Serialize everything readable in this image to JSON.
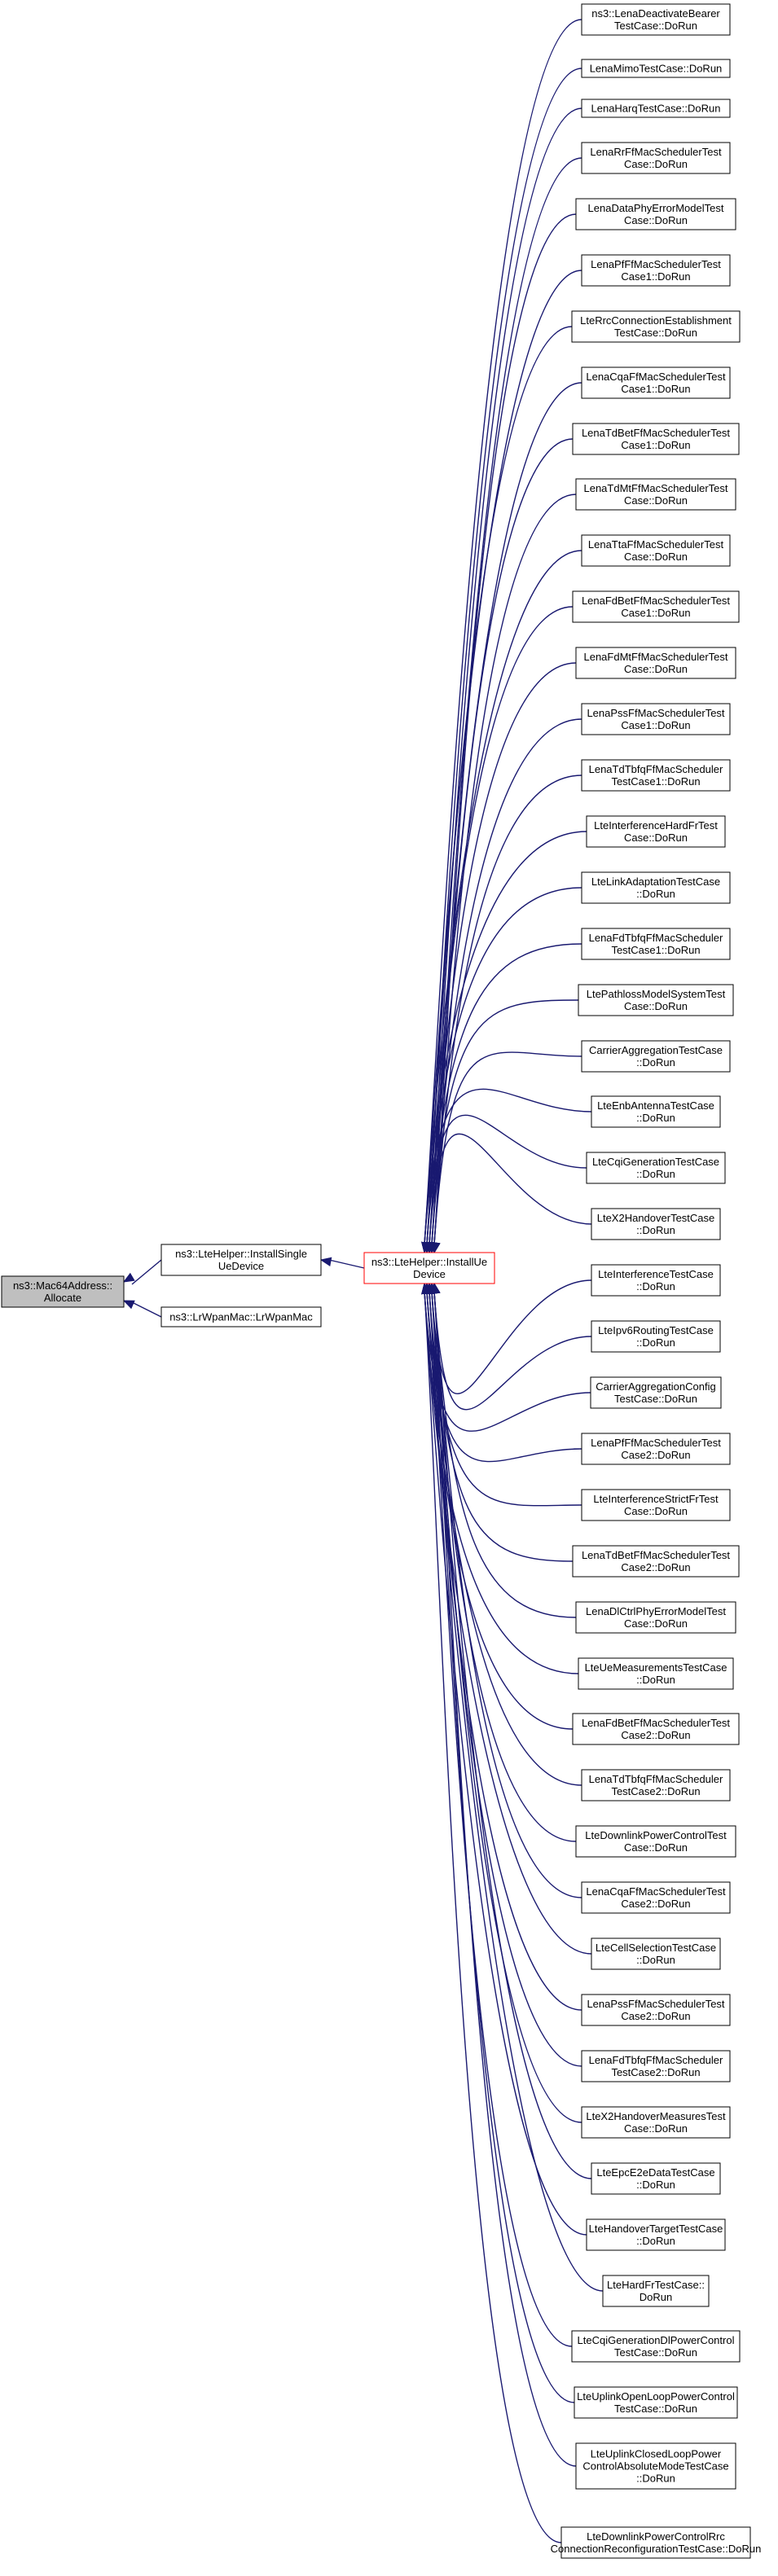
{
  "graph": {
    "root": {
      "lines": [
        "ns3::Mac64Address::",
        "Allocate"
      ]
    },
    "level1": [
      {
        "id": "install-single-ue",
        "lines": [
          "ns3::LteHelper::InstallSingle",
          "UeDevice"
        ]
      },
      {
        "id": "lrwpan-mac",
        "lines": [
          "ns3::LrWpanMac::LrWpanMac"
        ]
      }
    ],
    "focus": {
      "lines": [
        "ns3::LteHelper::InstallUe",
        "Device"
      ]
    },
    "callers": [
      [
        "ns3::LenaDeactivateBearer",
        "TestCase::DoRun"
      ],
      [
        "LenaMimoTestCase::DoRun"
      ],
      [
        "LenaHarqTestCase::DoRun"
      ],
      [
        "LenaRrFfMacSchedulerTest",
        "Case::DoRun"
      ],
      [
        "LenaDataPhyErrorModelTest",
        "Case::DoRun"
      ],
      [
        "LenaPfFfMacSchedulerTest",
        "Case1::DoRun"
      ],
      [
        "LteRrcConnectionEstablishment",
        "TestCase::DoRun"
      ],
      [
        "LenaCqaFfMacSchedulerTest",
        "Case1::DoRun"
      ],
      [
        "LenaTdBetFfMacSchedulerTest",
        "Case1::DoRun"
      ],
      [
        "LenaTdMtFfMacSchedulerTest",
        "Case::DoRun"
      ],
      [
        "LenaTtaFfMacSchedulerTest",
        "Case::DoRun"
      ],
      [
        "LenaFdBetFfMacSchedulerTest",
        "Case1::DoRun"
      ],
      [
        "LenaFdMtFfMacSchedulerTest",
        "Case::DoRun"
      ],
      [
        "LenaPssFfMacSchedulerTest",
        "Case1::DoRun"
      ],
      [
        "LenaTdTbfqFfMacScheduler",
        "TestCase1::DoRun"
      ],
      [
        "LteInterferenceHardFrTest",
        "Case::DoRun"
      ],
      [
        "LteLinkAdaptationTestCase",
        "::DoRun"
      ],
      [
        "LenaFdTbfqFfMacScheduler",
        "TestCase1::DoRun"
      ],
      [
        "LtePathlossModelSystemTest",
        "Case::DoRun"
      ],
      [
        "CarrierAggregationTestCase",
        "::DoRun"
      ],
      [
        "LteEnbAntennaTestCase",
        "::DoRun"
      ],
      [
        "LteCqiGenerationTestCase",
        "::DoRun"
      ],
      [
        "LteX2HandoverTestCase",
        "::DoRun"
      ],
      [
        "LteInterferenceTestCase",
        "::DoRun"
      ],
      [
        "LteIpv6RoutingTestCase",
        "::DoRun"
      ],
      [
        "CarrierAggregationConfig",
        "TestCase::DoRun"
      ],
      [
        "LenaPfFfMacSchedulerTest",
        "Case2::DoRun"
      ],
      [
        "LteInterferenceStrictFrTest",
        "Case::DoRun"
      ],
      [
        "LenaTdBetFfMacSchedulerTest",
        "Case2::DoRun"
      ],
      [
        "LenaDlCtrlPhyErrorModelTest",
        "Case::DoRun"
      ],
      [
        "LteUeMeasurementsTestCase",
        "::DoRun"
      ],
      [
        "LenaFdBetFfMacSchedulerTest",
        "Case2::DoRun"
      ],
      [
        "LenaTdTbfqFfMacScheduler",
        "TestCase2::DoRun"
      ],
      [
        "LteDownlinkPowerControlTest",
        "Case::DoRun"
      ],
      [
        "LenaCqaFfMacSchedulerTest",
        "Case2::DoRun"
      ],
      [
        "LteCellSelectionTestCase",
        "::DoRun"
      ],
      [
        "LenaPssFfMacSchedulerTest",
        "Case2::DoRun"
      ],
      [
        "LenaFdTbfqFfMacScheduler",
        "TestCase2::DoRun"
      ],
      [
        "LteX2HandoverMeasuresTest",
        "Case::DoRun"
      ],
      [
        "LteEpcE2eDataTestCase",
        "::DoRun"
      ],
      [
        "LteHandoverTargetTestCase",
        "::DoRun"
      ],
      [
        "LteHardFrTestCase::",
        "DoRun"
      ],
      [
        "LteCqiGenerationDlPowerControl",
        "TestCase::DoRun"
      ],
      [
        "LteUplinkOpenLoopPowerControl",
        "TestCase::DoRun"
      ],
      [
        "LteUplinkClosedLoopPower",
        "ControlAbsoluteModeTestCase",
        "::DoRun"
      ],
      [
        "LteDownlinkPowerControlRrc",
        "ConnectionReconfigurationTestCase::DoRun"
      ]
    ]
  },
  "colors": {
    "edge": "#191970",
    "root_fill": "#bfbfbf",
    "focus_border": "#ff0000",
    "box_border": "#000000"
  }
}
